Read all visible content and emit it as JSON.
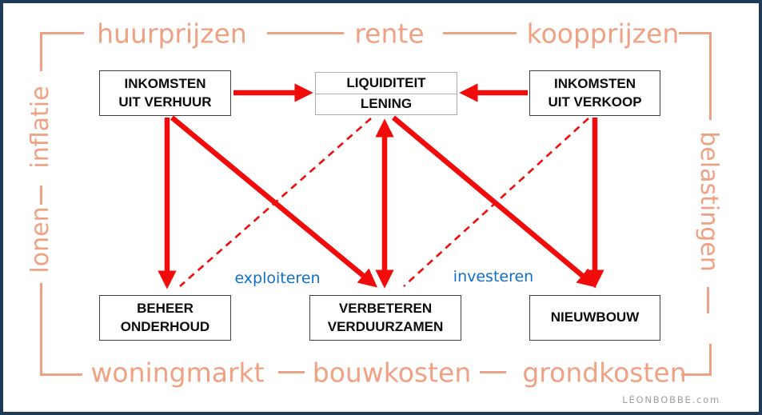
{
  "colors": {
    "salmon": "#EFA183",
    "red": "#F10C0C",
    "blue": "#106FC8",
    "navy": "#1F3B57",
    "boxborder": "#3F3F3F",
    "grayborder": "#ABABAB",
    "watermark": "#9E9E9E"
  },
  "frame": {
    "top": [
      "huurprijzen",
      "rente",
      "koopprijzen"
    ],
    "left": [
      "inflatie",
      "lonen"
    ],
    "right": [
      "belastingen"
    ],
    "bottom": [
      "woningmarkt",
      "bouwkosten",
      "grondkosten"
    ]
  },
  "boxes": {
    "inkomsten_verhuur": {
      "lines": [
        "INKOMSTEN",
        "UIT VERHUUR"
      ]
    },
    "liquiditeit_lening": {
      "lines": [
        "LIQUIDITEIT",
        "LENING"
      ]
    },
    "inkomsten_verkoop": {
      "lines": [
        "INKOMSTEN",
        "UIT VERKOOP"
      ]
    },
    "beheer_onderhoud": {
      "lines": [
        "BEHEER",
        "ONDERHOUD"
      ]
    },
    "verbeteren_verduurzamen": {
      "lines": [
        "VERBETEREN",
        "VERDUURZAMEN"
      ]
    },
    "nieuwbouw": {
      "lines": [
        "NIEUWBOUW"
      ]
    }
  },
  "flow_labels": {
    "exploiteren": "exploiteren",
    "investeren": "investeren"
  },
  "watermark": "LÉONBOBBE.com"
}
